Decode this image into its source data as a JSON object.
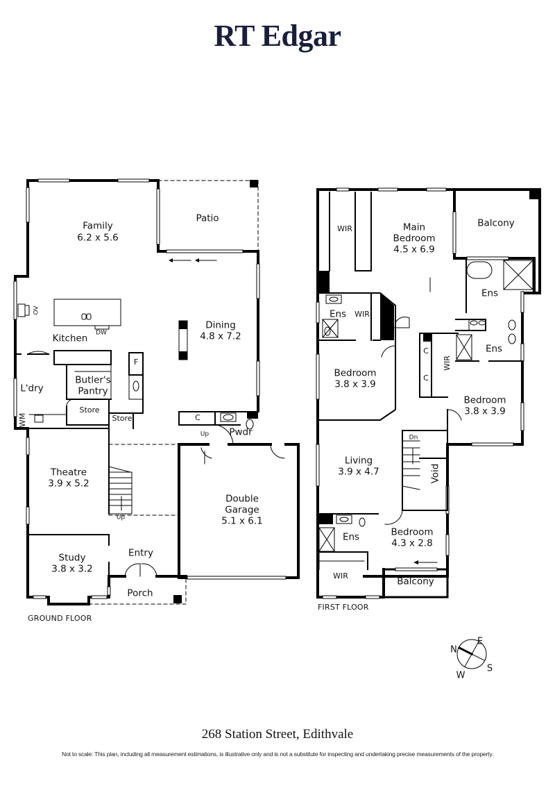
{
  "brand": {
    "name": "RT Edgar",
    "color": "#1b1e3a"
  },
  "ground_floor": {
    "label": "GROUND FLOOR",
    "rooms": {
      "family": {
        "name": "Family",
        "dims": "6.2 x 5.6"
      },
      "patio": {
        "name": "Patio"
      },
      "dining": {
        "name": "Dining",
        "dims": "4.8 x 7.2"
      },
      "kitchen": {
        "name": "Kitchen"
      },
      "laundry": {
        "name": "L'dry"
      },
      "butlers_pantry": {
        "name": "Butler's",
        "name2": "Pantry"
      },
      "store1": {
        "name": "Store"
      },
      "store2": {
        "name": "Store"
      },
      "theatre": {
        "name": "Theatre",
        "dims": "3.9 x 5.2"
      },
      "study": {
        "name": "Study",
        "dims": "3.8 x 3.2"
      },
      "entry": {
        "name": "Entry"
      },
      "porch": {
        "name": "Porch"
      },
      "garage": {
        "name": "Double",
        "name2": "Garage",
        "dims": "5.1 x 6.1"
      },
      "powder": {
        "name": "Pwdr"
      },
      "cupboard": {
        "name": "C"
      }
    },
    "fixtures": {
      "fridge": "F",
      "dishwasher": "DW",
      "oven": "OV",
      "washing_machine": "WM",
      "stairs_up_1": "Up",
      "stairs_up_2": "Up"
    }
  },
  "first_floor": {
    "label": "FIRST FLOOR",
    "rooms": {
      "wir_main": {
        "name": "WIR"
      },
      "main_bedroom": {
        "name": "Main",
        "name2": "Bedroom",
        "dims": "4.5 x 6.9"
      },
      "balcony_top": {
        "name": "Balcony"
      },
      "ens_main": {
        "name": "Ens"
      },
      "ens_left": {
        "name": "Ens"
      },
      "wir_left": {
        "name": "WIR"
      },
      "bedroom_left": {
        "name": "Bedroom",
        "dims": "3.8 x 3.9"
      },
      "ens_right": {
        "name": "Ens"
      },
      "wir_right": {
        "name": "WIR"
      },
      "bedroom_right": {
        "name": "Bedroom",
        "dims": "3.8 x 3.9"
      },
      "living": {
        "name": "Living",
        "dims": "3.9 x 4.7"
      },
      "void": {
        "name": "Void"
      },
      "ens_bottom": {
        "name": "Ens"
      },
      "bedroom_bottom": {
        "name": "Bedroom",
        "dims": "4.3 x 2.8"
      },
      "wir_bottom": {
        "name": "WIR"
      },
      "balcony_bottom": {
        "name": "Balcony"
      }
    },
    "fixtures": {
      "cupboard_1": "C",
      "cupboard_2": "C",
      "stairs_down": "Dn"
    }
  },
  "compass": {
    "n": "N",
    "e": "E",
    "s": "S",
    "w": "W"
  },
  "footer": {
    "address": "268 Station Street, Edithvale",
    "disclaimer": "Not to scale: This plan, including all measurement estimations, is illustrative only and is not a substitute for inspecting and undertaking precise measurements of the property."
  }
}
